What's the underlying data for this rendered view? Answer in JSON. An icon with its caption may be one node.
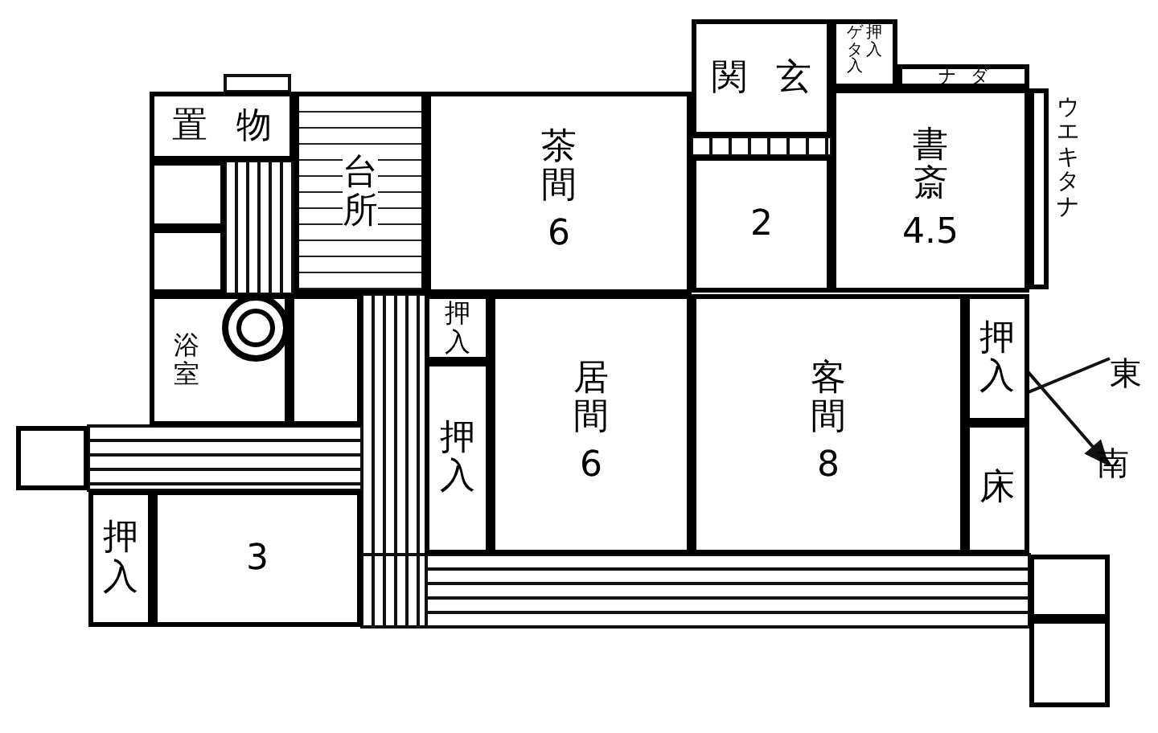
{
  "diagram": {
    "nodes": [
      {
        "text": [
          "置物"
        ]
      },
      {
        "text": [
          "台所"
        ]
      },
      {
        "text": [
          "茶間",
          "6"
        ]
      },
      {
        "text": [
          "関玄"
        ]
      },
      {
        "text": [
          "ゲタ入",
          "押入"
        ]
      },
      {
        "text": [
          "ナダ"
        ]
      },
      {
        "text": [
          "2"
        ]
      },
      {
        "text": [
          "書斎",
          "4.5"
        ]
      },
      {
        "text": [
          "ウエキタナ"
        ]
      },
      {
        "text": [],
        "shape": "box"
      },
      {
        "text": [],
        "shape": "box"
      },
      {
        "text": [
          "浴室"
        ]
      },
      {
        "text": [],
        "shape": "circle",
        "in": 11
      },
      {
        "text": [],
        "shape": "box"
      },
      {
        "text": [
          "押入"
        ]
      },
      {
        "text": [
          "押入"
        ]
      },
      {
        "text": [
          "居間",
          "6"
        ]
      },
      {
        "text": [
          "客間",
          "8"
        ]
      },
      {
        "text": [
          "押入"
        ]
      },
      {
        "text": [
          "床"
        ]
      },
      {
        "text": [],
        "shape": "box"
      },
      {
        "text": [
          "押入"
        ]
      },
      {
        "text": [
          "3"
        ]
      },
      {
        "text": [],
        "shape": "box"
      },
      {
        "text": [],
        "shape": "box"
      }
    ],
    "labels": [
      "東",
      "南"
    ]
  }
}
